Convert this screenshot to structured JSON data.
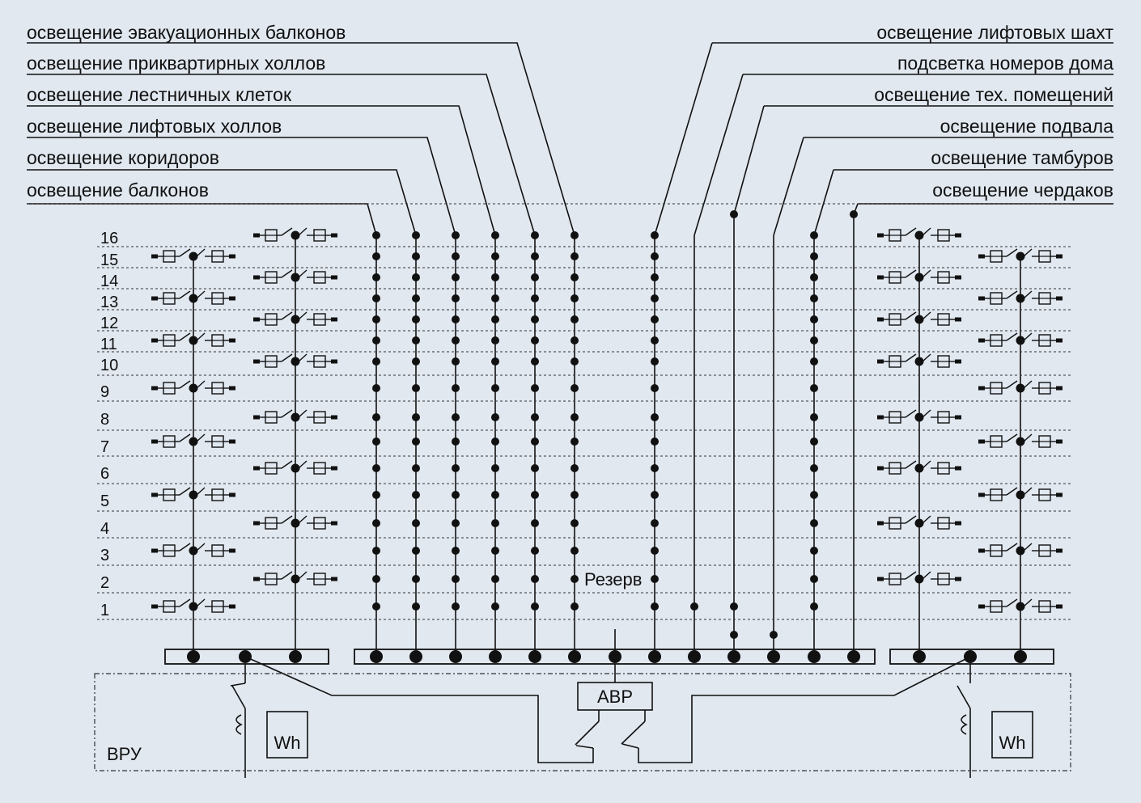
{
  "labels_left": [
    "освещение эвакуационных балконов",
    "освещение приквартирных холлов",
    "освещение лестничных клеток",
    "освещение лифтовых холлов",
    "освещение коридоров",
    "освещение балконов"
  ],
  "labels_right": [
    "освещение лифтовых шахт",
    "подсветка номеров дома",
    "освещение тех. помещений",
    "освещение подвала",
    "освещение тамбуров",
    "освещение чердаков"
  ],
  "floors": [
    "16",
    "15",
    "14",
    "13",
    "12",
    "11",
    "10",
    "9",
    "8",
    "7",
    "6",
    "5",
    "4",
    "3",
    "2",
    "1"
  ],
  "reserve_label": "Резерв",
  "avr_label": "АВР",
  "vru_label": "ВРУ",
  "meter_label": "Wh",
  "colors": {
    "background": "#e1e8f0",
    "line": "#111111"
  }
}
